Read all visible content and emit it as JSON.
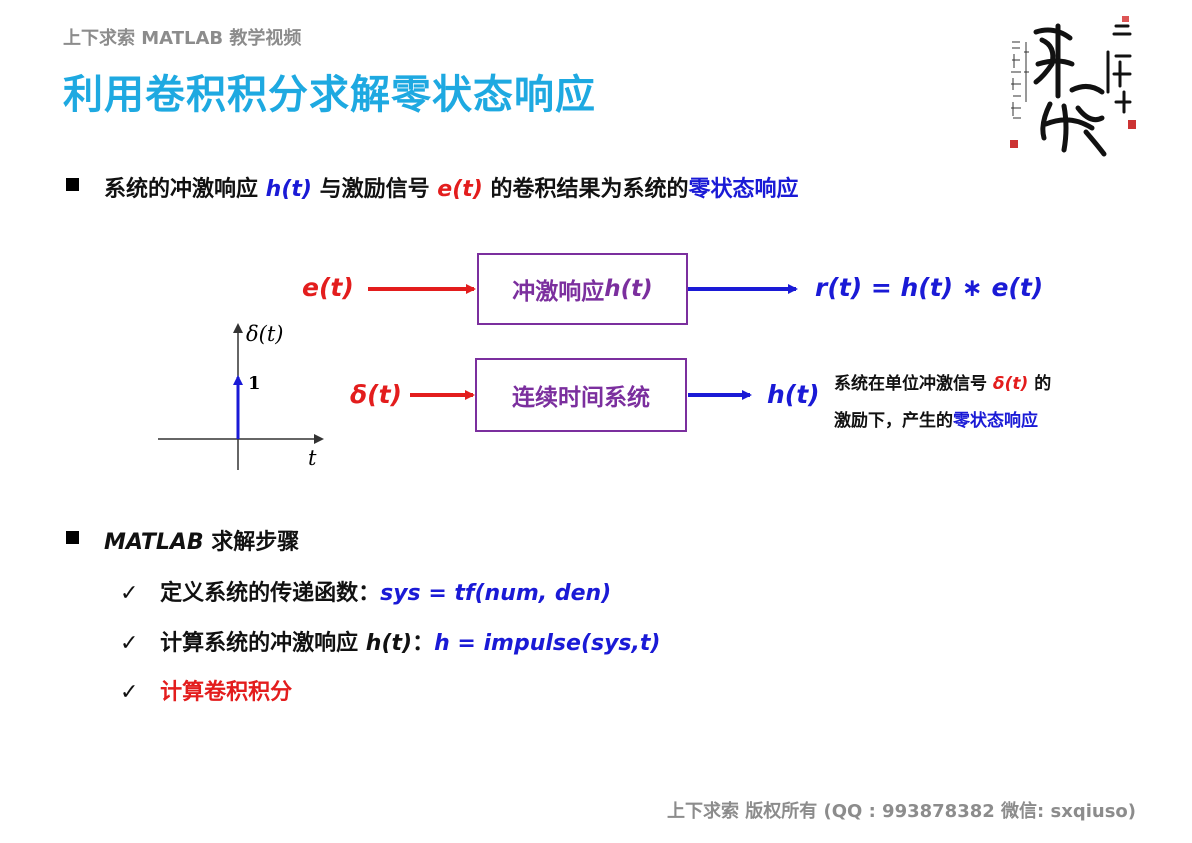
{
  "header": {
    "series": "上下求索 MATLAB 教学视频",
    "title": "利用卷积积分求解零状态响应"
  },
  "logo": {
    "description_icon": "calligraphy-seal-icon"
  },
  "bullet1": {
    "t1": "系统的冲激响应 ",
    "ht": "h(t)",
    "t2": " 与激励信号 ",
    "et": "e(t)",
    "t3": " 的卷积结果为系统的",
    "highlight": "零状态响应"
  },
  "diagram": {
    "input_top": "e(t)",
    "box_top_text": "冲激响应 ",
    "box_top_ht": "h(t)",
    "output_top": "r(t) = h(t) ∗ e(t)",
    "input_bottom": "δ(t)",
    "box_bottom": "连续时间系统",
    "output_bottom": "h(t)",
    "note_line1_a": "系统在单位冲激信号 ",
    "note_line1_sym": "δ(t)",
    "note_line1_b": " 的",
    "note_line2_a": "激励下，产生的",
    "note_line2_highlight": "零状态响应",
    "impulse_plot": {
      "y_label": "δ(t)",
      "value_label": "1",
      "x_label": "t"
    }
  },
  "bullet2": {
    "prefix": "MATLAB",
    "text": " 求解步骤"
  },
  "steps": [
    {
      "check": "✓",
      "text": "定义系统的传递函数：",
      "code": "sys = tf(num, den)"
    },
    {
      "check": "✓",
      "text": "计算系统的冲激响应 ",
      "ht": "h(t)",
      "colon": "：",
      "code": "h = impulse(sys,t)"
    },
    {
      "check": "✓",
      "text": "计算卷积积分"
    }
  ],
  "footer": "上下求索  版权所有  (QQ : 993878382   微信: sxqiuso)",
  "colors": {
    "title": "#1ea9e1",
    "blue": "#1a1ad6",
    "red": "#e31d1d",
    "purple": "#7b2f9e",
    "gray": "#8c8c8c"
  }
}
